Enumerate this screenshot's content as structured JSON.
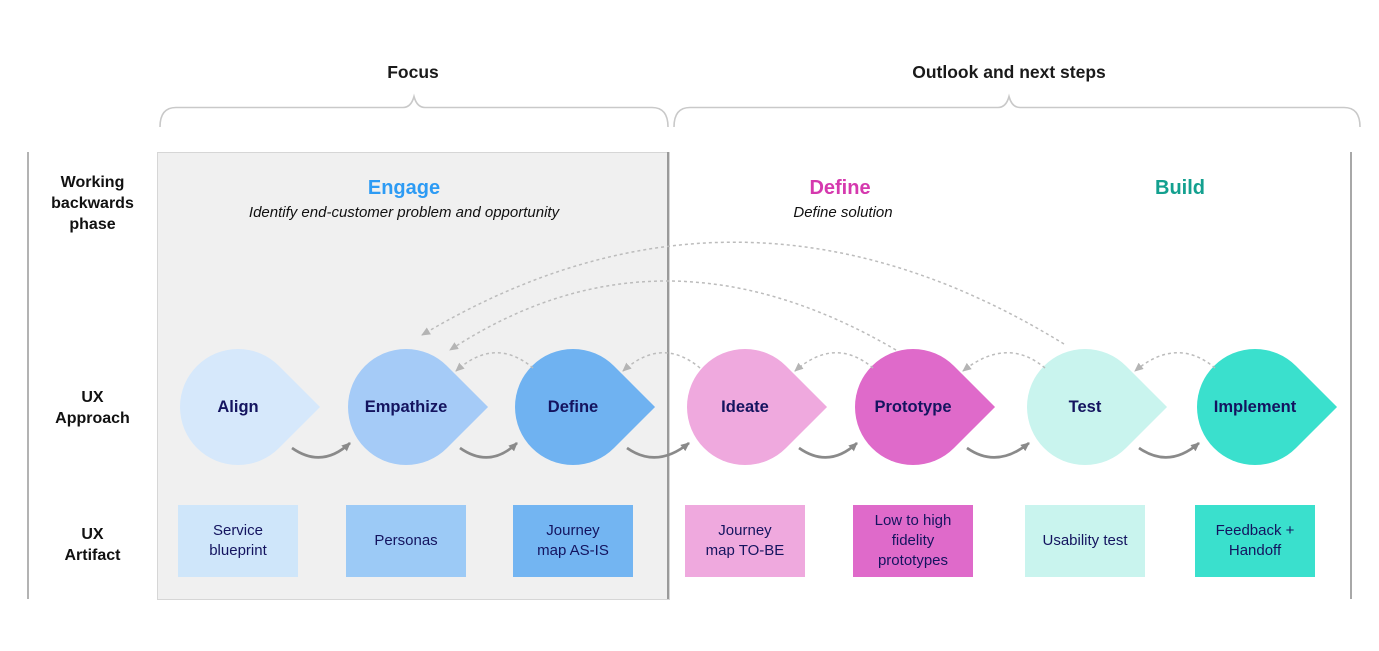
{
  "brackets": {
    "focus_label": "Focus",
    "outlook_label": "Outlook and next steps"
  },
  "row_labels": {
    "phase": "Working\nbackwards\nphase",
    "approach": "UX\nApproach",
    "artifact": "UX\nArtifact"
  },
  "phases": [
    {
      "name": "Engage",
      "subtitle": "Identify end-customer problem and opportunity",
      "color": "#2d9bf4"
    },
    {
      "name": "Define",
      "subtitle": "Define solution",
      "color": "#d539ae"
    },
    {
      "name": "Build",
      "subtitle": "",
      "color": "#13a08f"
    }
  ],
  "approach": {
    "steps": [
      {
        "label": "Align",
        "fill": "#d6e8fb"
      },
      {
        "label": "Empathize",
        "fill": "#a5cbf7"
      },
      {
        "label": "Define",
        "fill": "#6fb2f1"
      },
      {
        "label": "Ideate",
        "fill": "#efa9de"
      },
      {
        "label": "Prototype",
        "fill": "#df6aca"
      },
      {
        "label": "Test",
        "fill": "#c9f4ee"
      },
      {
        "label": "Implement",
        "fill": "#3ae0cd"
      }
    ]
  },
  "artifacts": [
    {
      "label": "Service\nblueprint",
      "fill": "#cfe6fa"
    },
    {
      "label": "Personas",
      "fill": "#9ccaf6"
    },
    {
      "label": "Journey\nmap AS-IS",
      "fill": "#73b5f2"
    },
    {
      "label": "Journey\nmap TO-BE",
      "fill": "#efa9de"
    },
    {
      "label": "Low to high\nfidelity\nprototypes",
      "fill": "#df6aca"
    },
    {
      "label": "Usability test",
      "fill": "#c9f4ee"
    },
    {
      "label": "Feedback +\nHandoff",
      "fill": "#3ae0cd"
    }
  ],
  "connections": {
    "forward_flow": [
      [
        "Align",
        "Empathize"
      ],
      [
        "Empathize",
        "Define"
      ],
      [
        "Define",
        "Ideate"
      ],
      [
        "Ideate",
        "Prototype"
      ],
      [
        "Prototype",
        "Test"
      ],
      [
        "Test",
        "Implement"
      ]
    ],
    "feedback_adjacent": [
      [
        "Define",
        "Empathize"
      ],
      [
        "Ideate",
        "Define"
      ],
      [
        "Prototype",
        "Ideate"
      ],
      [
        "Test",
        "Prototype"
      ],
      [
        "Implement",
        "Test"
      ]
    ],
    "feedback_long": [
      [
        "Prototype",
        "Empathize"
      ],
      [
        "Test",
        "Empathize"
      ]
    ]
  },
  "style_colors": {
    "panel_background": "#f0f0f0",
    "shape_text": "#14145f",
    "solid_arrow": "#8a8a8a",
    "dashed_arc": "#bcbcbc",
    "brace": "#c9c9c9"
  }
}
